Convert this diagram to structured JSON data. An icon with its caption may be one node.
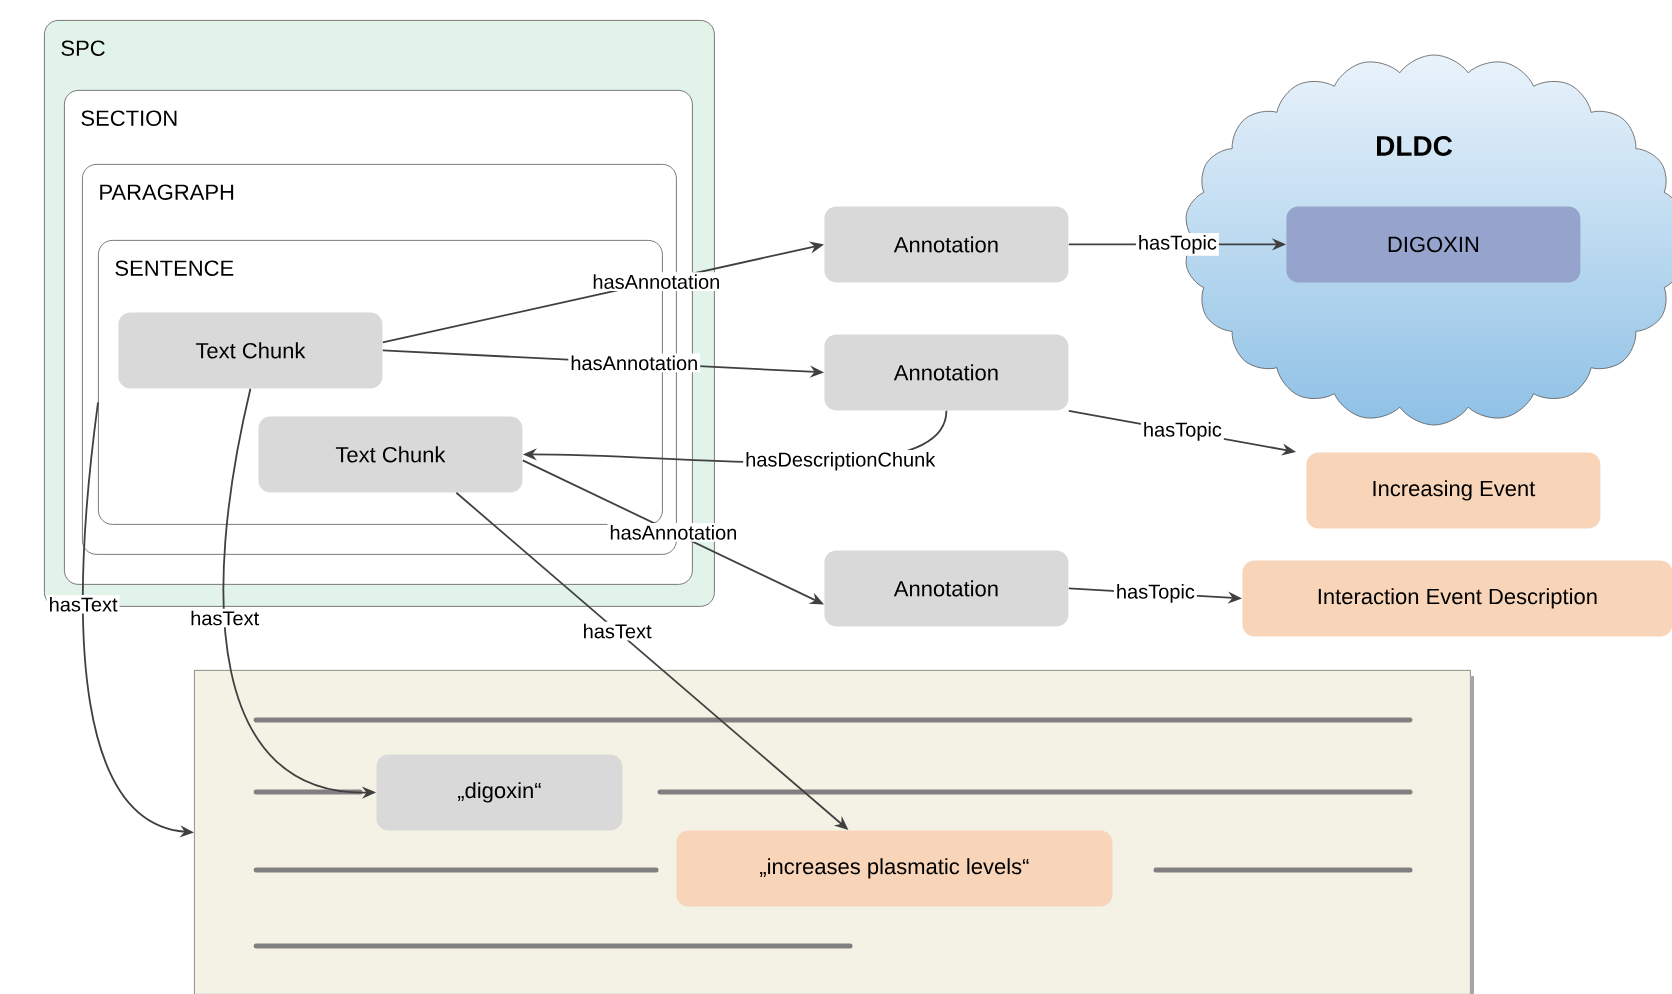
{
  "diagram": {
    "nodes": [
      {
        "text": [
          "SPC"
        ]
      },
      {
        "text": [
          "SECTION"
        ],
        "in": 0
      },
      {
        "text": [
          "PARAGRAPH"
        ],
        "in": 1
      },
      {
        "text": [
          "SENTENCE"
        ],
        "in": 2
      },
      {
        "text": [
          "Text Chunk"
        ],
        "in": 3
      },
      {
        "text": [
          "Text Chunk"
        ],
        "in": 3
      },
      {
        "text": [
          "Annotation"
        ]
      },
      {
        "text": [
          "Annotation"
        ]
      },
      {
        "text": [
          "Annotation"
        ]
      },
      {
        "text": [
          "DLDC"
        ]
      },
      {
        "text": [
          "DIGOXIN"
        ],
        "in": 9
      },
      {
        "text": [
          "Increasing Event"
        ]
      },
      {
        "text": [
          "Interaction Event Description"
        ]
      },
      {
        "text": [],
        "shape": "box"
      },
      {
        "text": [
          "„digoxin“"
        ],
        "in": 13
      },
      {
        "text": [
          "„increases plasmatic levels“"
        ],
        "in": 13
      }
    ],
    "edges": [
      {
        "from": 4,
        "to": 6,
        "arrow": "to",
        "label": "hasAnnotation"
      },
      {
        "from": 4,
        "to": 7,
        "arrow": "to",
        "label": "hasAnnotation"
      },
      {
        "from": 7,
        "to": 5,
        "arrow": "to",
        "label": "hasDescriptionChunk"
      },
      {
        "from": 5,
        "to": 8,
        "arrow": "to",
        "label": "hasAnnotation"
      },
      {
        "from": 6,
        "to": 10,
        "arrow": "to",
        "label": "hasTopic"
      },
      {
        "from": 7,
        "to": 11,
        "arrow": "to",
        "label": "hasTopic"
      },
      {
        "from": 8,
        "to": 12,
        "arrow": "to",
        "label": "hasTopic"
      },
      {
        "from": 3,
        "to": 13,
        "arrow": "to",
        "label": "hasText"
      },
      {
        "from": 4,
        "to": 14,
        "arrow": "to",
        "label": "hasText"
      },
      {
        "from": 5,
        "to": 15,
        "arrow": "to",
        "label": "hasText"
      }
    ]
  }
}
